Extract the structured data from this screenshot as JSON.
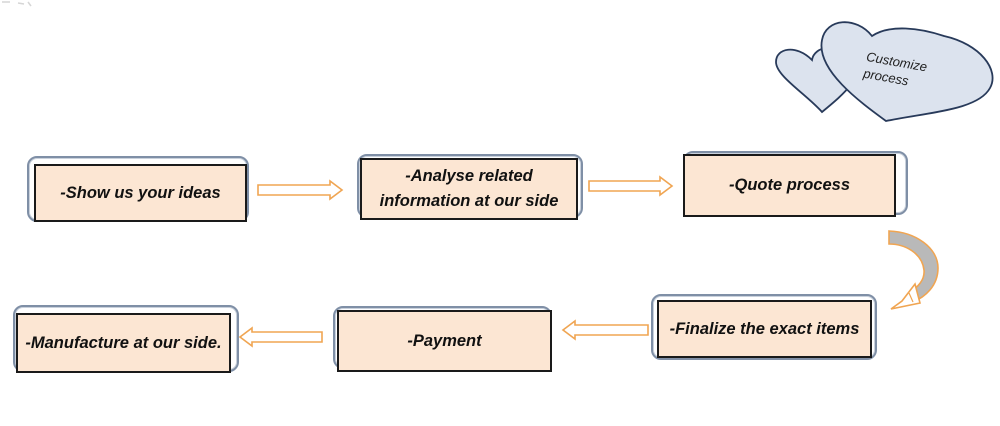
{
  "colors": {
    "card_fill": "#fce6d3",
    "card_border": "#1a1a1a",
    "frame_border": "#7f8fa6",
    "arrow_outline": "#f0a552",
    "heart_fill": "#dce3ee",
    "heart_outline": "#283a5a",
    "curved_arrow_gray": "#b9b9b9"
  },
  "heart": {
    "line1": "Customize",
    "line2": "process"
  },
  "steps": [
    {
      "label": "-Show us your ideas"
    },
    {
      "label_line1": "-Analyse related",
      "label_line2": "information at our side"
    },
    {
      "label": "-Quote process"
    },
    {
      "label": "-Finalize the exact items"
    },
    {
      "label": "-Payment"
    },
    {
      "label": "-Manufacture at our side."
    }
  ],
  "arrows": [
    {
      "from": "-Show us your ideas",
      "to": "-Analyse related information at our side",
      "direction": "right"
    },
    {
      "from": "-Analyse related information at our side",
      "to": "-Quote process",
      "direction": "right"
    },
    {
      "from": "-Quote process",
      "to": "-Finalize the exact items",
      "direction": "curved-down"
    },
    {
      "from": "-Finalize the exact items",
      "to": "-Payment",
      "direction": "left"
    },
    {
      "from": "-Payment",
      "to": "-Manufacture at our side.",
      "direction": "left"
    }
  ]
}
